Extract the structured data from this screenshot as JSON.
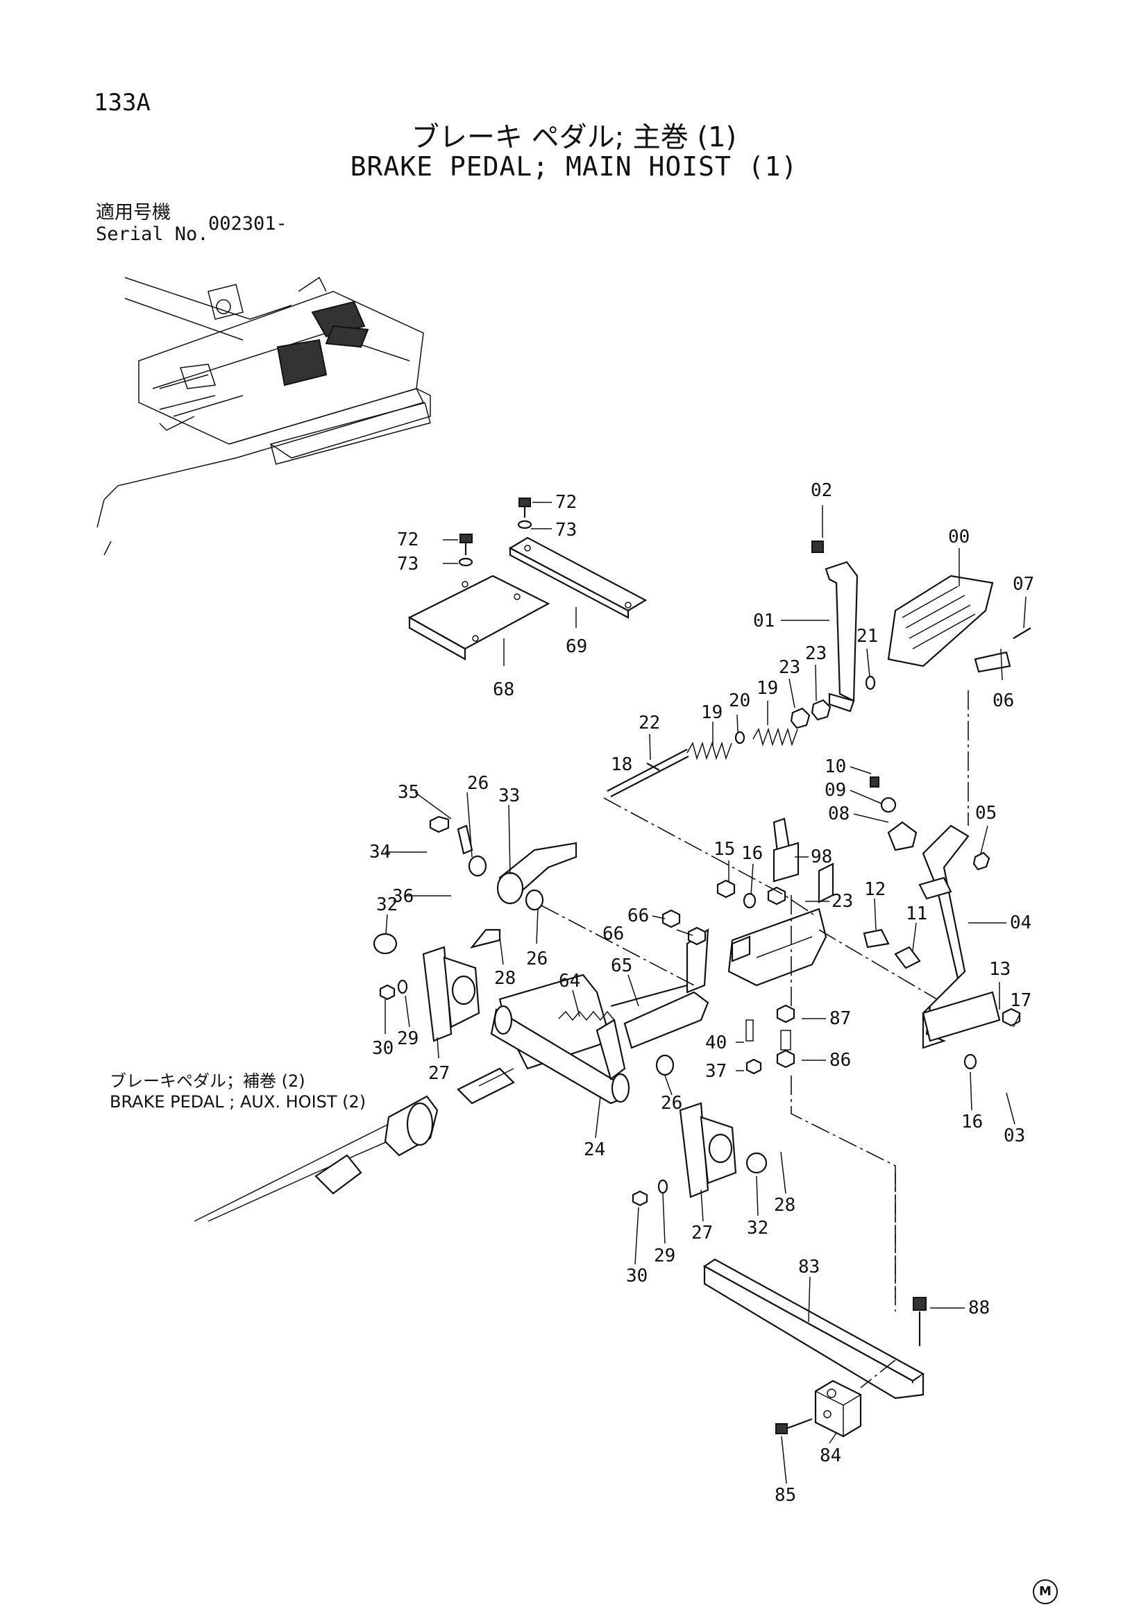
{
  "page_code": "133A",
  "title_jp": "ブレーキ ペダル; 主巻 (1)",
  "title_en": "BRAKE PEDAL; MAIN HOIST (1)",
  "serial": {
    "label_jp": "適用号機",
    "label_en": "Serial No.",
    "value": "002301-"
  },
  "aux_ref": {
    "label_jp": "ブレーキペダル；補巻 (2)",
    "label_en": "BRAKE PEDAL ; AUX. HOIST (2)"
  },
  "footer_mark": "M",
  "callouts": [
    "72",
    "73",
    "72",
    "73",
    "69",
    "68",
    "02",
    "00",
    "07",
    "01",
    "21",
    "23",
    "23",
    "19",
    "20",
    "19",
    "22",
    "18",
    "06",
    "10",
    "09",
    "08",
    "05",
    "04",
    "98",
    "15",
    "16",
    "23",
    "12",
    "11",
    "13",
    "17",
    "35",
    "26",
    "33",
    "34",
    "36",
    "32",
    "28",
    "26",
    "66",
    "66",
    "65",
    "64",
    "27",
    "30",
    "29",
    "40",
    "37",
    "87",
    "86",
    "16",
    "03",
    "24",
    "26",
    "28",
    "32",
    "27",
    "29",
    "30",
    "83",
    "88",
    "84",
    "85"
  ]
}
